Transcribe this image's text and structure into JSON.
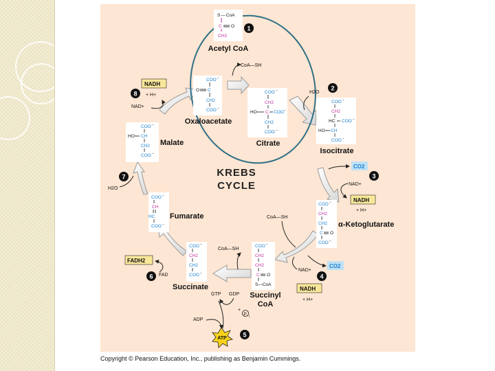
{
  "title": {
    "line1": "KREBS",
    "line2": "CYCLE"
  },
  "copyright": "Copyright © Pearson Education, Inc., publishing as Benjamin Cummings.",
  "colors": {
    "panel": "#fde6d3",
    "carbon_blue": "#1a7fcf",
    "carbon_magenta": "#c0309c",
    "highlight_yellow": "#f8e79a",
    "highlight_blue": "#bfe1f5",
    "ellipse": "#2f6f86",
    "atp_star": "#f7d21b"
  },
  "steps": [
    "1",
    "2",
    "3",
    "4",
    "5",
    "6",
    "7",
    "8"
  ],
  "molecules": {
    "acetyl_coa": {
      "name": "Acetyl CoA",
      "s": "S",
      "coa": "CoA",
      "c": "C",
      "o": "O",
      "ch3": "CH3"
    },
    "oxaloacetate": {
      "name": "Oxaloacetate",
      "coo": "COO",
      "minus": "−",
      "o": "O",
      "c": "C",
      "ch2": "CH2"
    },
    "citrate": {
      "name": "Citrate",
      "coo": "COO",
      "minus": "−",
      "ch2": "CH2",
      "ho": "HO",
      "c": "C"
    },
    "isocitrate": {
      "name": "Isocitrate",
      "coo": "COO",
      "minus": "−",
      "ch2": "CH2",
      "hc": "HC",
      "ho": "HO",
      "ch": "CH"
    },
    "ketoglutarate": {
      "name": "α-Ketoglutarate",
      "coo": "COO",
      "minus": "−",
      "ch2": "CH2",
      "c": "C",
      "o": "O"
    },
    "succinyl_coa": {
      "name_line1": "Succinyl",
      "name_line2": "CoA",
      "coo": "COO",
      "minus": "−",
      "ch2": "CH2",
      "c": "C",
      "o": "O",
      "s": "S",
      "coa": "CoA"
    },
    "succinate": {
      "name": "Succinate",
      "coo": "COO",
      "minus": "−",
      "ch2": "CH2"
    },
    "fumarate": {
      "name": "Fumarate",
      "coo": "COO",
      "minus": "−",
      "ch": "CH",
      "hc": "HC"
    },
    "malate": {
      "name": "Malate",
      "coo": "COO",
      "minus": "−",
      "ho": "HO",
      "ch": "CH",
      "ch2": "CH2"
    }
  },
  "cofactors": {
    "coa_sh": "CoA—SH",
    "h2o": "H2O",
    "co2": "CO2",
    "nad_plus": "NAD+",
    "nadh": "NADH",
    "h_plus": "+ H+",
    "fadh2": "FADH2",
    "fad": "FAD",
    "gtp": "GTP",
    "gdp": "GDP",
    "pi_plus": "+",
    "pi": "P",
    "pi_sub": "i",
    "adp": "ADP",
    "atp": "ATP"
  }
}
